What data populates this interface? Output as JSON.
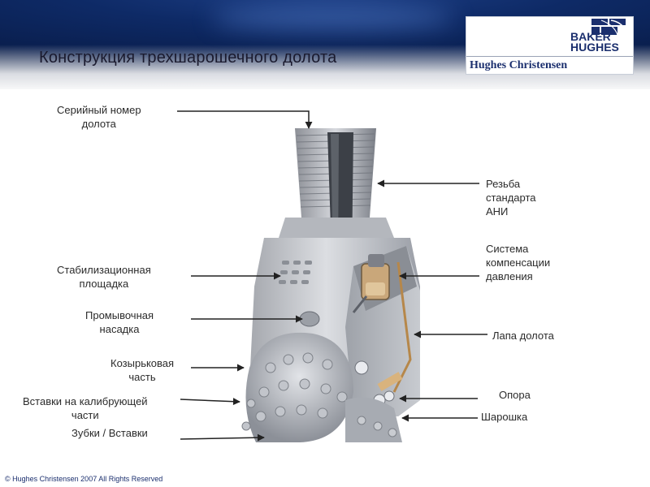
{
  "header": {
    "title": "Конструкция трехшарошечного долота"
  },
  "logo": {
    "line1": "BAKER",
    "line2": "HUGHES",
    "subtitle": "Hughes Christensen"
  },
  "labels": {
    "serial": "Серийный номер\nдолота",
    "thread": "Резьба\nстандарта\nАНИ",
    "compensation": "Система\nкомпенсации\nдавления",
    "stabilizer": "Стабилизационная\nплощадка",
    "nozzle": "Промывочная\nнасадка",
    "leg": "Лапа долота",
    "shirttail": "Козырьковая\nчасть",
    "bearing": "Опора",
    "gauge_inserts": "Вставки на калибрующей\nчасти",
    "cone": "Шарошка",
    "teeth": "Зубки / Вставки"
  },
  "footer": {
    "copyright": "© Hughes Christensen 2007  All Rights Reserved"
  },
  "colors": {
    "header_dark": "#0a1f4f",
    "logo_blue": "#1b2f6e",
    "metal": "#b9bcc2"
  }
}
